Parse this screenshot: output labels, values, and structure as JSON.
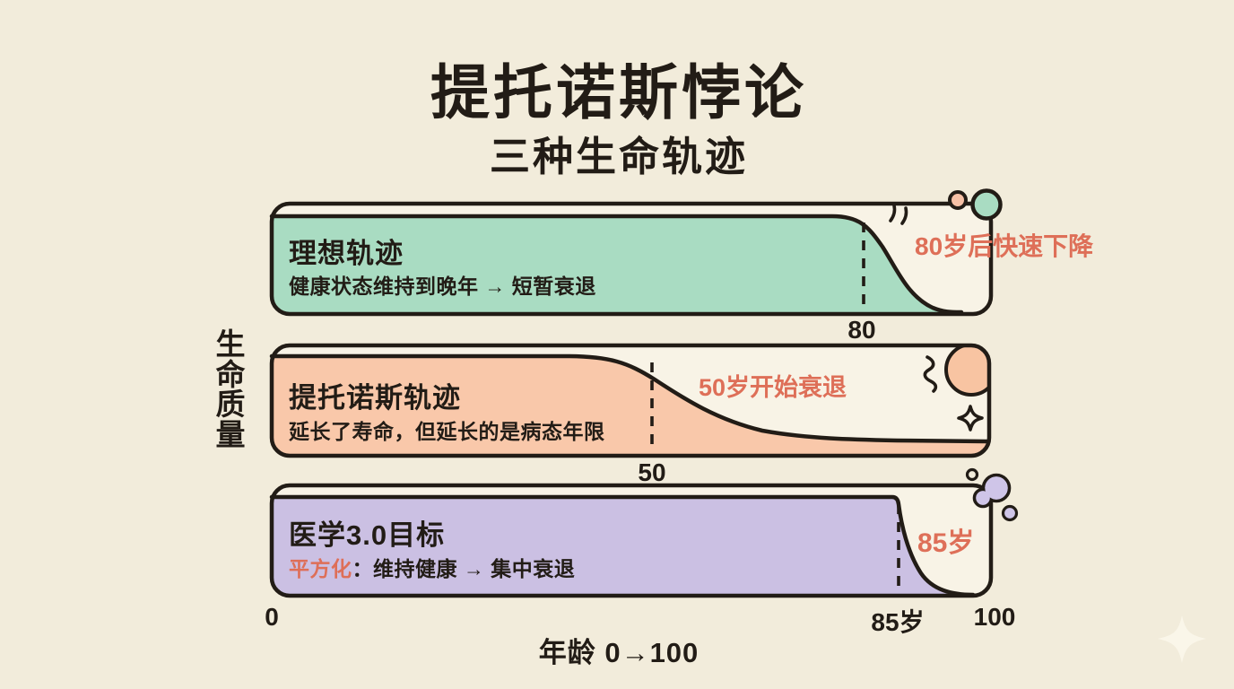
{
  "header": {
    "title": "提托诺斯悖论",
    "subtitle": "三种生命轨迹"
  },
  "axes": {
    "y_label": "生命质量",
    "x_label": "年龄 0→100",
    "x_start_tick": "0",
    "x_end_tick": "100"
  },
  "panels": [
    {
      "id": "ideal",
      "title": "理想轨迹",
      "description": "健康状态维持到晚年 → 短暂衰退",
      "annotation": "80岁后快速下降",
      "tick_label": "80",
      "fill_color": "#a9dcc2"
    },
    {
      "id": "tithonus",
      "title": "提托诺斯轨迹",
      "description": "延长了寿命，但延长的是病态年限",
      "annotation": "50岁开始衰退",
      "tick_label": "50",
      "fill_color": "#f9c8aa"
    },
    {
      "id": "medicine-3-0",
      "title": "医学3.0目标",
      "description_highlight": "平方化",
      "description": "：维持健康 → 集中衰退",
      "annotation": "85岁",
      "tick_label": "85岁",
      "fill_color": "#cbc0e3"
    }
  ],
  "colors": {
    "background": "#f2ecdb",
    "panel_interior": "#f8f3e6",
    "outline": "#221c16",
    "accent_red": "#de6f58",
    "green": "#a9dcc2",
    "peach": "#f9c8aa",
    "purple": "#cbc0e3"
  },
  "chart_data": {
    "type": "area",
    "title": "提托诺斯悖论 — 三种生命轨迹",
    "xlabel": "年龄 0→100",
    "ylabel": "生命质量",
    "x_range": [
      0,
      100
    ],
    "y_range": [
      0,
      100
    ],
    "grid": false,
    "legend_position": "in-panel-labels",
    "series": [
      {
        "name": "理想轨迹",
        "note": "健康状态维持到晚年 → 短暂衰退",
        "annotation": "80岁后快速下降",
        "key_age": 80,
        "color": "#a9dcc2",
        "x": [
          0,
          60,
          78,
          80,
          84,
          88,
          92,
          100
        ],
        "y": [
          100,
          100,
          100,
          97,
          60,
          15,
          2,
          0
        ]
      },
      {
        "name": "提托诺斯轨迹",
        "note": "延长了寿命，但延长的是病态年限",
        "annotation": "50岁开始衰退",
        "key_age": 50,
        "color": "#f9c8aa",
        "x": [
          0,
          40,
          45,
          50,
          55,
          62,
          70,
          80,
          100
        ],
        "y": [
          100,
          100,
          97,
          77,
          55,
          35,
          22,
          16,
          13
        ]
      },
      {
        "name": "医学3.0目标",
        "note": "平方化：维持健康 → 集中衰退",
        "annotation": "85岁",
        "key_age": 85,
        "color": "#cbc0e3",
        "x": [
          0,
          84,
          85,
          88,
          92,
          97,
          100
        ],
        "y": [
          100,
          100,
          96,
          55,
          18,
          2,
          0
        ]
      }
    ]
  }
}
